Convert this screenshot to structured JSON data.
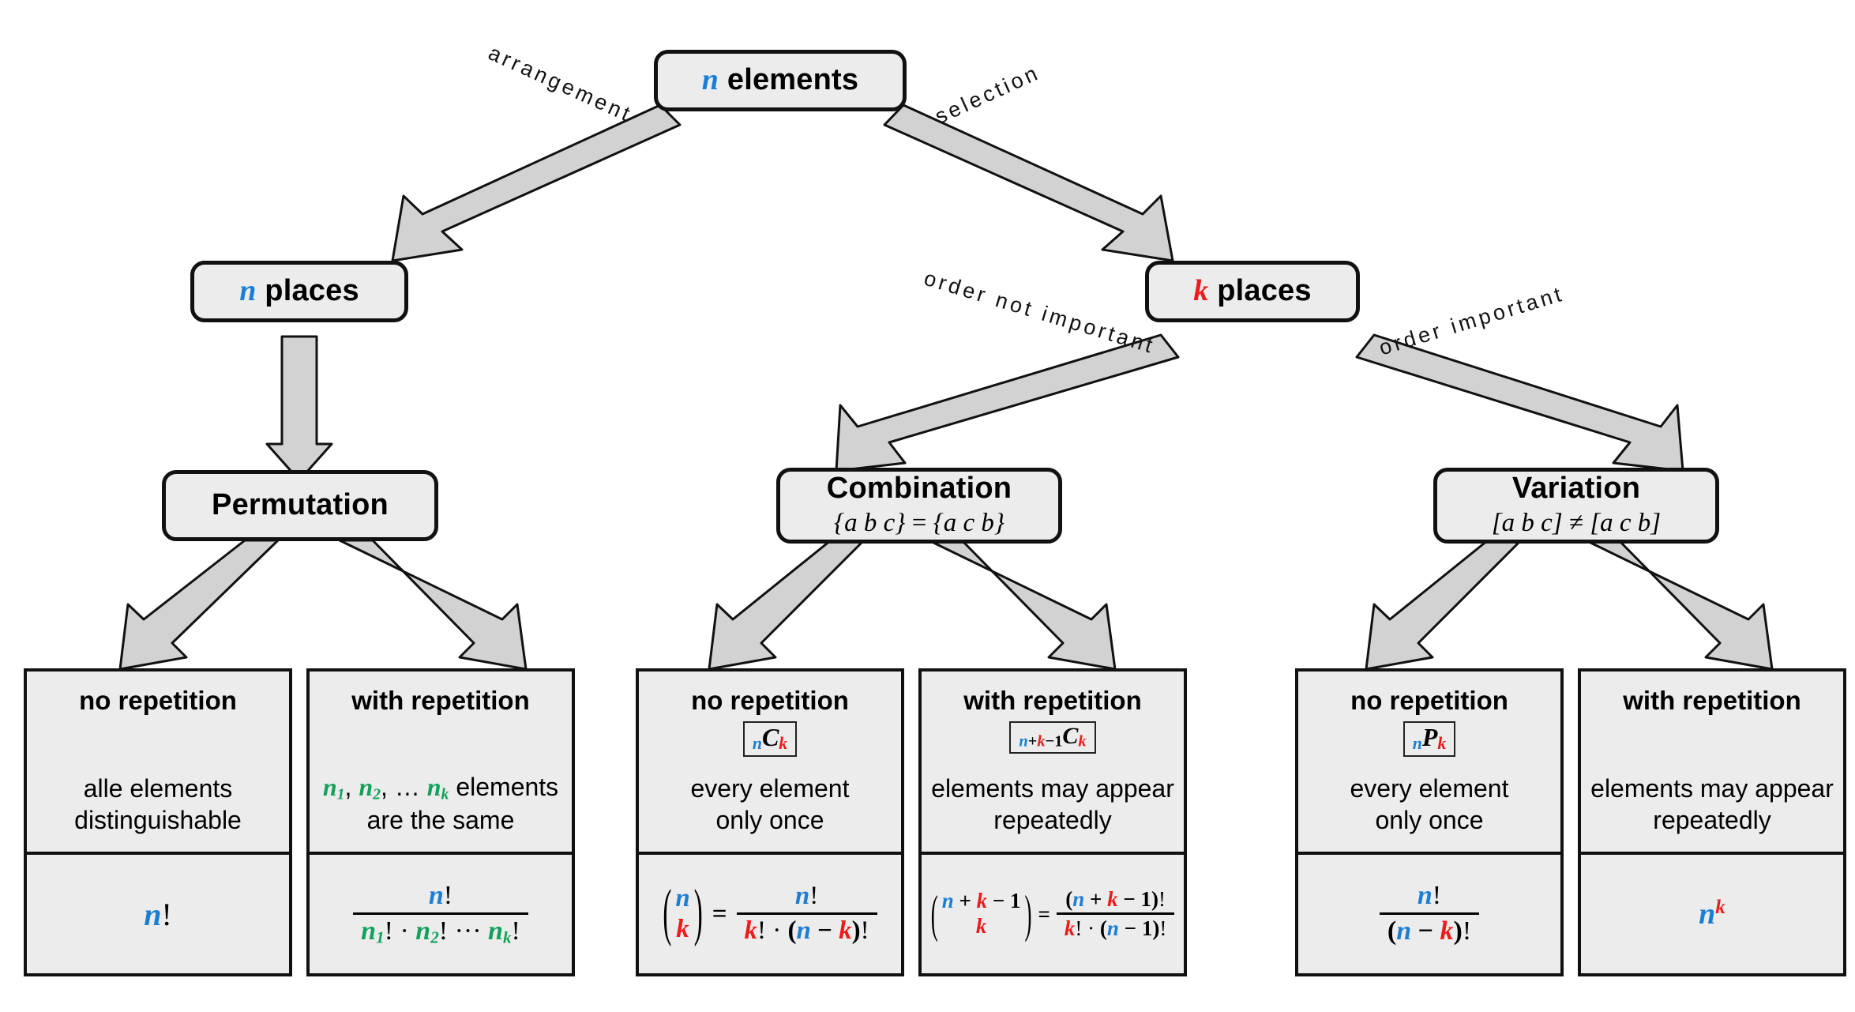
{
  "colors": {
    "n_blue": "#1a7fd4",
    "k_red": "#ee1b1b",
    "ni_green": "#12a05a",
    "node_fill": "#ececec",
    "stroke": "#111111",
    "arrow_fill": "#d2d2d2"
  },
  "root": {
    "var": "n",
    "label": "elements"
  },
  "edges": {
    "arrangement": "arrangement",
    "selection": "selection",
    "order_not_important": "order not important",
    "order_important": "order important"
  },
  "level2": {
    "left": {
      "var": "n",
      "label": "places"
    },
    "right": {
      "var": "k",
      "label": "places"
    }
  },
  "level3": {
    "permutation": {
      "title": "Permutation",
      "example": ""
    },
    "combination": {
      "title": "Combination",
      "example_left": "{a b c}",
      "example_op": "=",
      "example_right": "{a c b}"
    },
    "variation": {
      "title": "Variation",
      "example_left": "[a b c]",
      "example_op": "≠",
      "example_right": "[a c b]"
    }
  },
  "leaves": [
    {
      "group": "permutation",
      "head": "no repetition",
      "badge": null,
      "desc_lines": [
        "alle elements",
        "distinguishable"
      ],
      "formula_text": "n!"
    },
    {
      "group": "permutation",
      "head": "with repetition",
      "badge": null,
      "desc_lines": [
        "n1, n2, ... nk elements",
        "are the same"
      ],
      "formula_text": "n! / (n1! · n2! ··· nk!)"
    },
    {
      "group": "combination",
      "head": "no repetition",
      "badge": "nCk",
      "desc_lines": [
        "every element",
        "only once"
      ],
      "formula_text": "(n choose k) = n! / (k! · (n − k)!)"
    },
    {
      "group": "combination",
      "head": "with repetition",
      "badge": "n+k−1Ck",
      "desc_lines": [
        "elements may appear",
        "repeatedly"
      ],
      "formula_text": "(n + k − 1 choose k) = (n + k − 1)! / (k! · (n − 1)!)"
    },
    {
      "group": "variation",
      "head": "no repetition",
      "badge": "nPk",
      "desc_lines": [
        "every element",
        "only once"
      ],
      "formula_text": "n! / (n − k)!"
    },
    {
      "group": "variation",
      "head": "with repetition",
      "badge": null,
      "desc_lines": [
        "elements may appear",
        "repeatedly"
      ],
      "formula_text": "n^k"
    }
  ],
  "symbols": {
    "n": "n",
    "k": "k",
    "one": "1",
    "factorial": "!",
    "cdot": "·",
    "ellipsis": "···",
    "minus": "−",
    "plus": "+",
    "equals": "=",
    "C": "C",
    "P": "P",
    "n1": "n1",
    "n2": "n2",
    "nk": "nk"
  }
}
